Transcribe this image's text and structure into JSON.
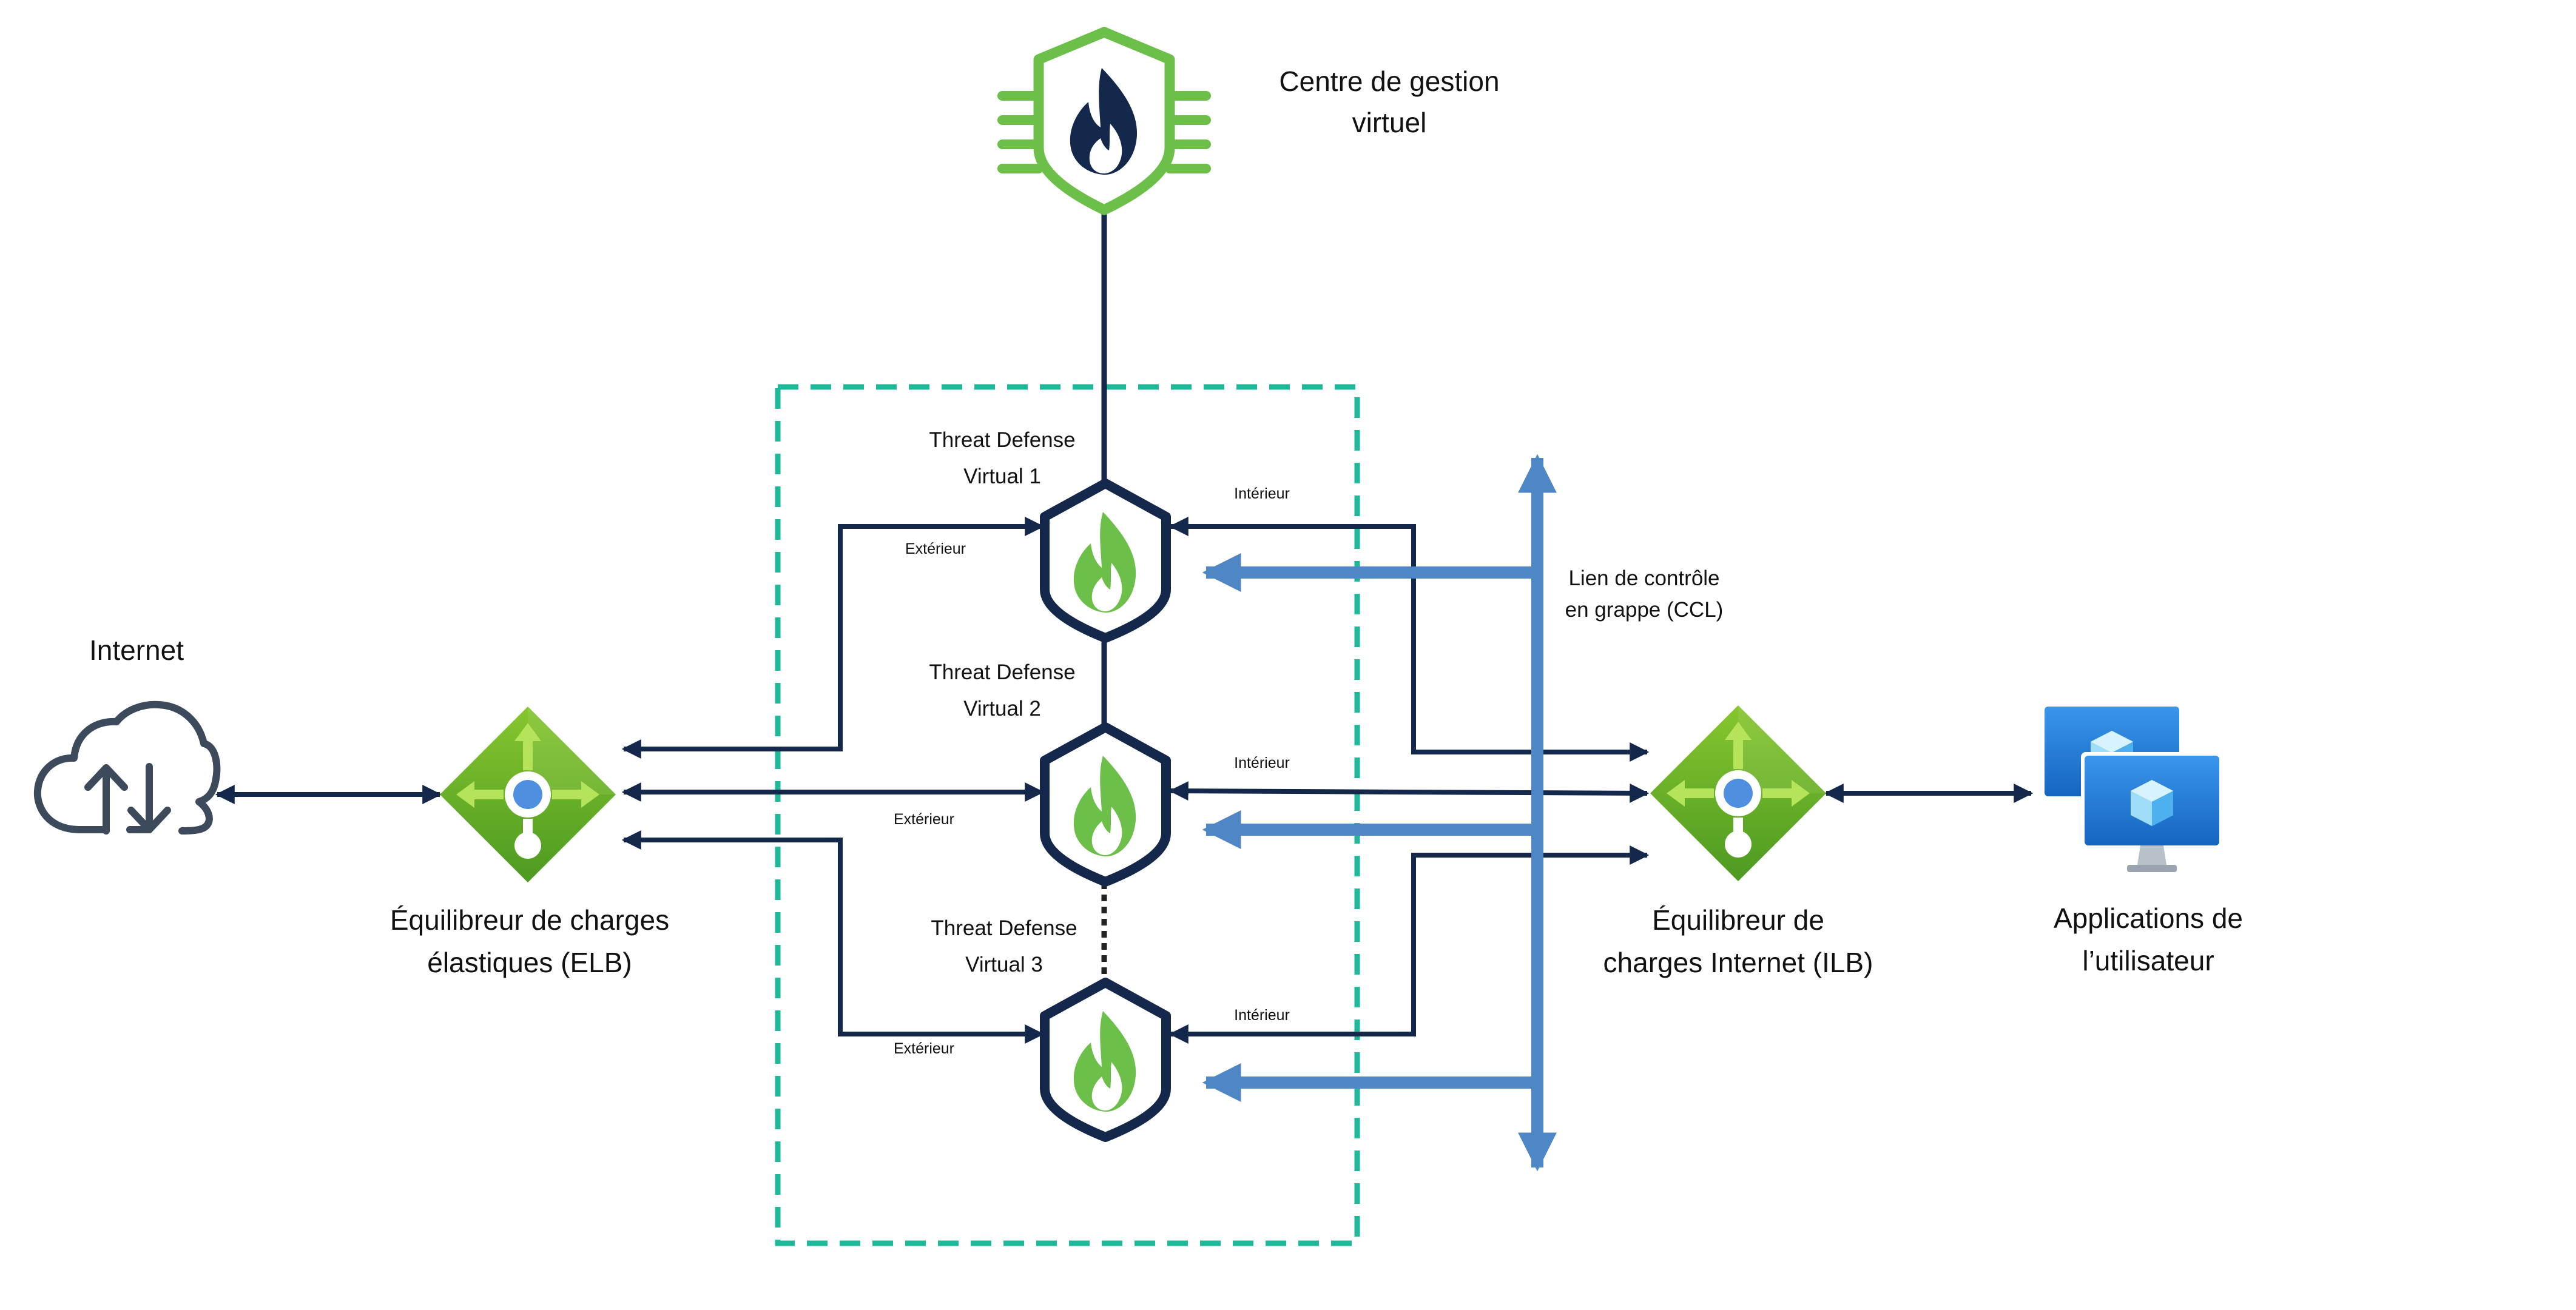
{
  "manager": {
    "line1": "Centre de gestion",
    "line2": "virtuel",
    "icon": "shield-flame-icon"
  },
  "internet": {
    "label": "Internet",
    "icon": "cloud-upload-download-icon"
  },
  "elb": {
    "line1": "Équilibreur de charges",
    "line2": "élastiques (ELB)",
    "icon": "load-balancer-icon"
  },
  "ilb": {
    "line1": "Équilibreur de",
    "line2": "charges Internet (ILB)",
    "icon": "load-balancer-icon"
  },
  "apps": {
    "line1": "Applications de",
    "line2": "l’utilisateur",
    "icon": "virtual-machine-icon"
  },
  "ccl": {
    "line1": "Lien de contrôle",
    "line2": "en grappe (CCL)"
  },
  "nodes": [
    {
      "line1": "Threat Defense",
      "line2": "Virtual 1",
      "outside": "Extérieur",
      "inside": "Intérieur"
    },
    {
      "line1": "Threat Defense",
      "line2": "Virtual 2",
      "outside": "Extérieur",
      "inside": "Intérieur"
    },
    {
      "line1": "Threat Defense",
      "line2": "Virtual 3",
      "outside": "Extérieur",
      "inside": "Intérieur"
    }
  ],
  "colors": {
    "navy": "#14284b",
    "green": "#6cc04a",
    "green_dark": "#4a9a2a",
    "green_light": "#b5e35a",
    "teal": "#1fb89a",
    "ccl_blue": "#4f86c6",
    "cloud": "#3c4a5c",
    "vm_blue": "#1e7fd8",
    "vm_light": "#4fb0f0",
    "hub_blue": "#4f8fe0"
  }
}
